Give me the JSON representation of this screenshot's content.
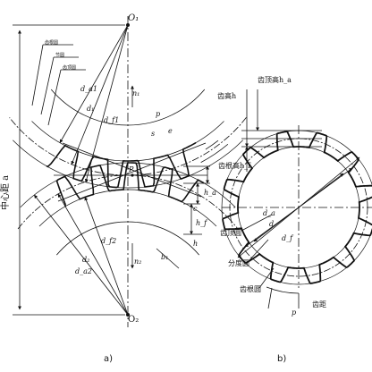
{
  "diagram_a": {
    "caption": "a)",
    "center_distance_label": "中心距 a",
    "gear1": {
      "center_label": "O₁",
      "root_circle_tag": "齿根圆",
      "pitch_circle_tag": "节圆",
      "tip_circle_tag": "齿顶圆",
      "da1": "d_a1",
      "d1": "d₁",
      "df1": "d_f1",
      "n1": "n₁",
      "p": "p",
      "s": "s",
      "e": "e"
    },
    "mesh": {
      "P": "P",
      "ha": "h_a",
      "hf": "h_f",
      "c": "c",
      "h": "h",
      "b": "b₁"
    },
    "gear2": {
      "center_label": "O₂",
      "df2": "d_f2",
      "d2": "d₂",
      "da2": "d_a2",
      "n2": "n₂"
    }
  },
  "diagram_b": {
    "caption": "b)",
    "tooth_height": "齿高h",
    "addendum": "齿顶高h_a",
    "dedendum": "齿根高h_f",
    "tip_circle": "齿顶圆",
    "pitch_circle": "分度圆",
    "root_circle": "齿根圆",
    "da": "d_a",
    "d": "d",
    "df": "d_f",
    "p": "p",
    "pitch_label": "齿距"
  },
  "colors": {
    "ink": "#111111",
    "background": "#ffffff"
  }
}
